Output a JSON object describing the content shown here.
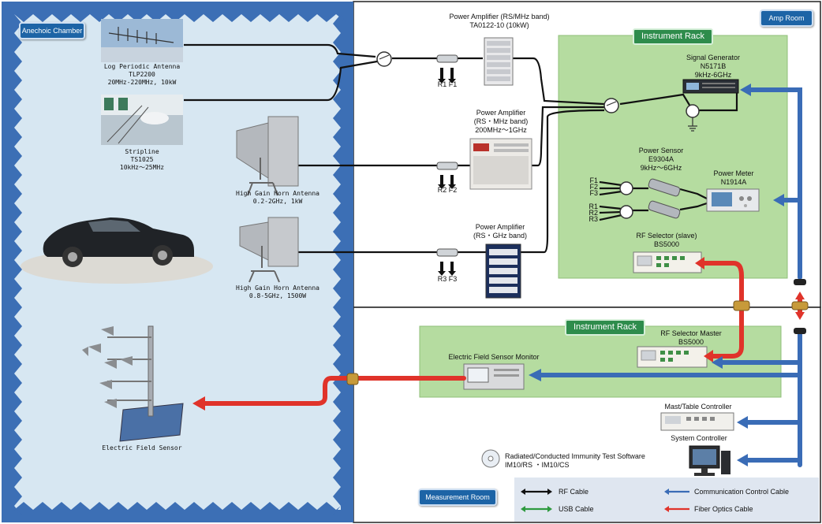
{
  "rooms": {
    "anechoic": "Anechoic Chamber",
    "amp": "Amp Room",
    "measurement": "Measurement Room"
  },
  "racks": {
    "upper": "Instrument Rack",
    "lower": "Instrument Rack"
  },
  "antennas": {
    "log_periodic": [
      "Log Periodic Antenna",
      "TLP2200",
      "20MHz-220MHz, 10kW"
    ],
    "stripline": [
      "Stripline",
      "TS1025",
      "10kHz～25MHz"
    ],
    "horn1": [
      "High Gain Horn Antenna",
      "0.2-2GHz, 1kW"
    ],
    "horn2": [
      "High Gain Horn Antenna",
      "0.8-5GHz, 1500W"
    ],
    "field_sensor": "Electric Field Sensor"
  },
  "amplifiers": {
    "amp1": [
      "Power Amplifier (RS/MHz band)",
      "TA0122-10 (10kW)"
    ],
    "amp2": [
      "Power Amplifier",
      "(RS・MHz band)",
      "200MHz～1GHz"
    ],
    "amp3": [
      "Power Amplifier",
      "(RS・GHz band)"
    ]
  },
  "couplers": {
    "c1": "R1 F1",
    "c2": "R2 F2",
    "c3": "R3 F3"
  },
  "instruments": {
    "signal_generator": [
      "Signal Generator",
      "N5171B",
      "9kHz-6GHz"
    ],
    "power_sensor": [
      "Power Sensor",
      "E9304A",
      "9kHz～6GHz"
    ],
    "power_meter": [
      "Power Meter",
      "N1914A"
    ],
    "rf_selector_slave": [
      "RF Selector (slave)",
      "BS5000"
    ],
    "rf_selector_master": [
      "RF Selector Master",
      "BS5000"
    ],
    "efs_monitor": "Electric Field Sensor  Monitor",
    "mast_controller": "Mast/Table Controller",
    "system_controller": "System Controller",
    "software": [
      "Radiated/Conducted Immunity Test Software",
      "IM10/RS ・IM10/CS"
    ],
    "port_labels_f": [
      "F1",
      "F2",
      "F3"
    ],
    "port_labels_r": [
      "R1",
      "R2",
      "R3"
    ]
  },
  "legend": {
    "rf_cable": "RF Cable",
    "usb_cable": "USB Cable",
    "comm_cable": "Communication Control Cable",
    "fiber_cable": "Fiber Optics Cable"
  },
  "colors": {
    "chamber_bg": "#d7e7f2",
    "absorber": "#3c6fb5",
    "rack_green": "#b5dca0",
    "rack_tag": "#2e8c4c",
    "room_tag": "#1d64a6",
    "rf_cable": "#111111",
    "usb_cable": "#2f9a3f",
    "comm_cable": "#3a6cb6",
    "fiber_cable": "#e0332a",
    "legend_bg": "#dfe6f0"
  }
}
